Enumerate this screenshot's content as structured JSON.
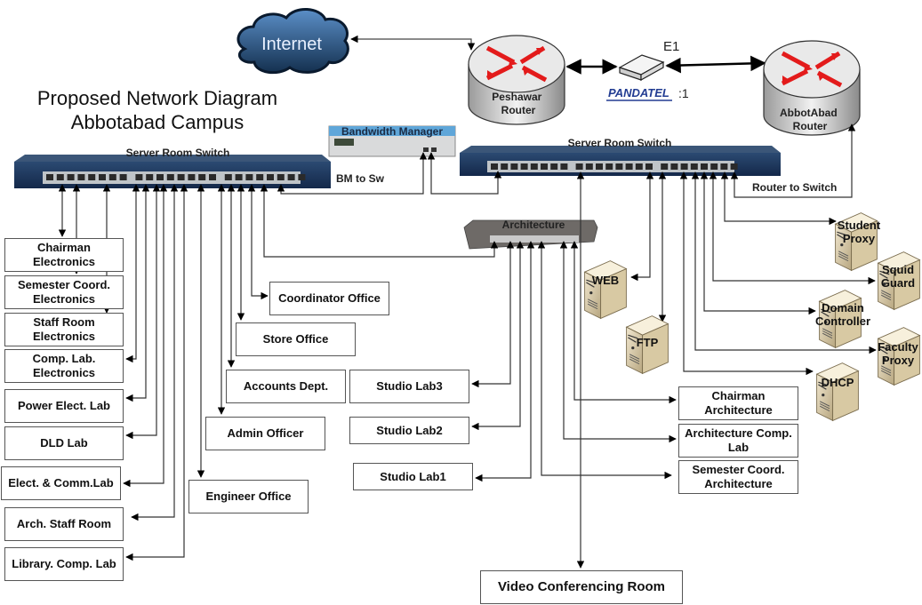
{
  "title": {
    "line1": "Proposed Network Diagram",
    "line2": "Abbotabad Campus"
  },
  "cloud": {
    "label": "Internet",
    "icon": "cloud-icon"
  },
  "routers": {
    "peshawar": {
      "label": "Peshawar\nRouter",
      "icon": "router-icon"
    },
    "abbotabad": {
      "label": "AbbotAbad\nRouter",
      "icon": "router-icon"
    }
  },
  "modem": {
    "link_label": "E1",
    "brand": "PANDATEL",
    "brand_suffix": ":1",
    "icon": "modem-icon"
  },
  "bandwidth_manager": {
    "label": "Bandwidth Manager",
    "link_label": "BM to Sw"
  },
  "switches": {
    "left": {
      "label": "Server Room Switch"
    },
    "right": {
      "label": "Server Room Switch",
      "link_label": "Router to Switch"
    },
    "architecture": {
      "label": "Architecture"
    }
  },
  "servers": [
    {
      "id": "web",
      "label": "WEB"
    },
    {
      "id": "ftp",
      "label": "FTP"
    },
    {
      "id": "student-proxy",
      "label": "Student\nProxy"
    },
    {
      "id": "squid-guard",
      "label": "Squid\nGuard"
    },
    {
      "id": "domain-controller",
      "label": "Domain\nController"
    },
    {
      "id": "faculty-proxy",
      "label": "Faculty\nProxy"
    },
    {
      "id": "dhcp",
      "label": "DHCP"
    }
  ],
  "left_column": [
    "Chairman\nElectronics",
    "Semester Coord.\nElectronics",
    "Staff Room\nElectronics",
    "Comp. Lab.\nElectronics",
    "Power Elect. Lab",
    "DLD Lab",
    "Elect. & Comm.Lab",
    "Arch. Staff Room",
    "Library. Comp. Lab"
  ],
  "middle_column": [
    "Coordinator Office",
    "Store Office",
    "Accounts Dept.",
    "Admin Officer",
    "Engineer Office"
  ],
  "studio_labs": [
    "Studio Lab3",
    "Studio Lab2",
    "Studio Lab1"
  ],
  "architecture_rooms": [
    "Chairman\nArchitecture",
    "Architecture Comp.\nLab",
    "Semester Coord.\nArchitecture"
  ],
  "video_room": "Video Conferencing Room"
}
